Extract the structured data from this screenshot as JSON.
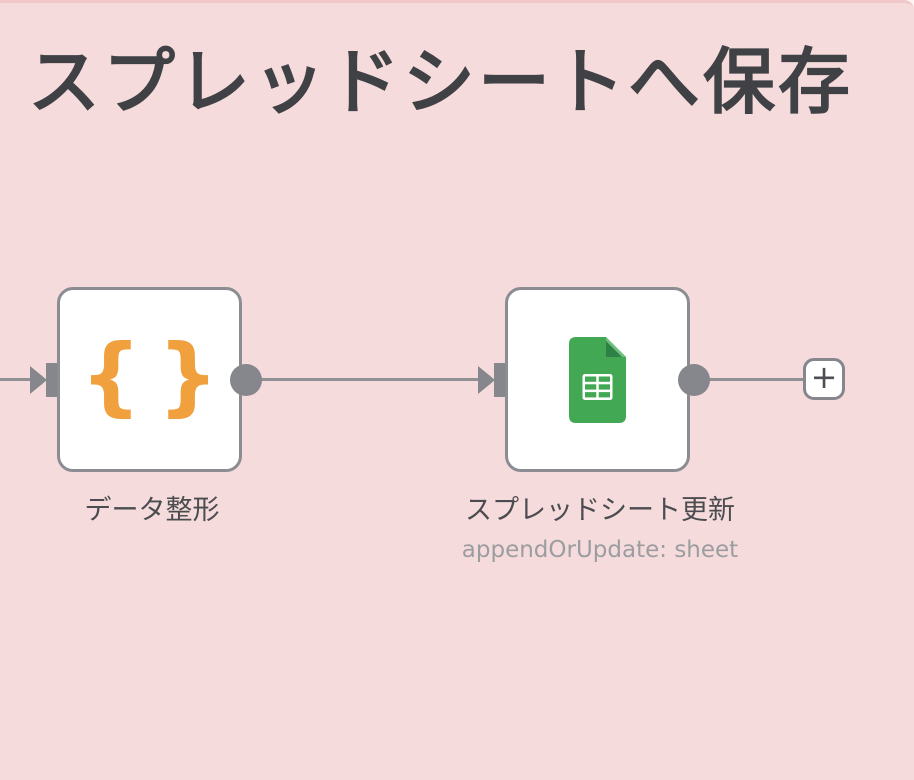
{
  "sticky_note": {
    "title": "スプレッドシートへ保存"
  },
  "workflow": {
    "nodes": [
      {
        "label": "データ整形",
        "icon": "curly-braces",
        "icon_glyph": "{}"
      },
      {
        "label": "スプレッドシート更新",
        "subtitle": "appendOrUpdate: sheet",
        "icon": "google-sheets"
      }
    ],
    "add_button_label": "+"
  },
  "colors": {
    "sticky_bg": "#f6dbdc",
    "sticky_border": "#f1c8ca",
    "canvas_bg": "#fdf5f4",
    "node_border": "#8b8d92",
    "connector_gray": "#85878c",
    "line_gray": "#8f9094",
    "braces_orange": "#f0a03d",
    "sheets_green": "#43a854",
    "sheets_fold_light": "#6ec07f",
    "sheets_fold_dark": "#2e8044",
    "title_text": "#3f4145",
    "label_text": "#4b4c4f",
    "subtitle_text": "#9b9da1"
  }
}
